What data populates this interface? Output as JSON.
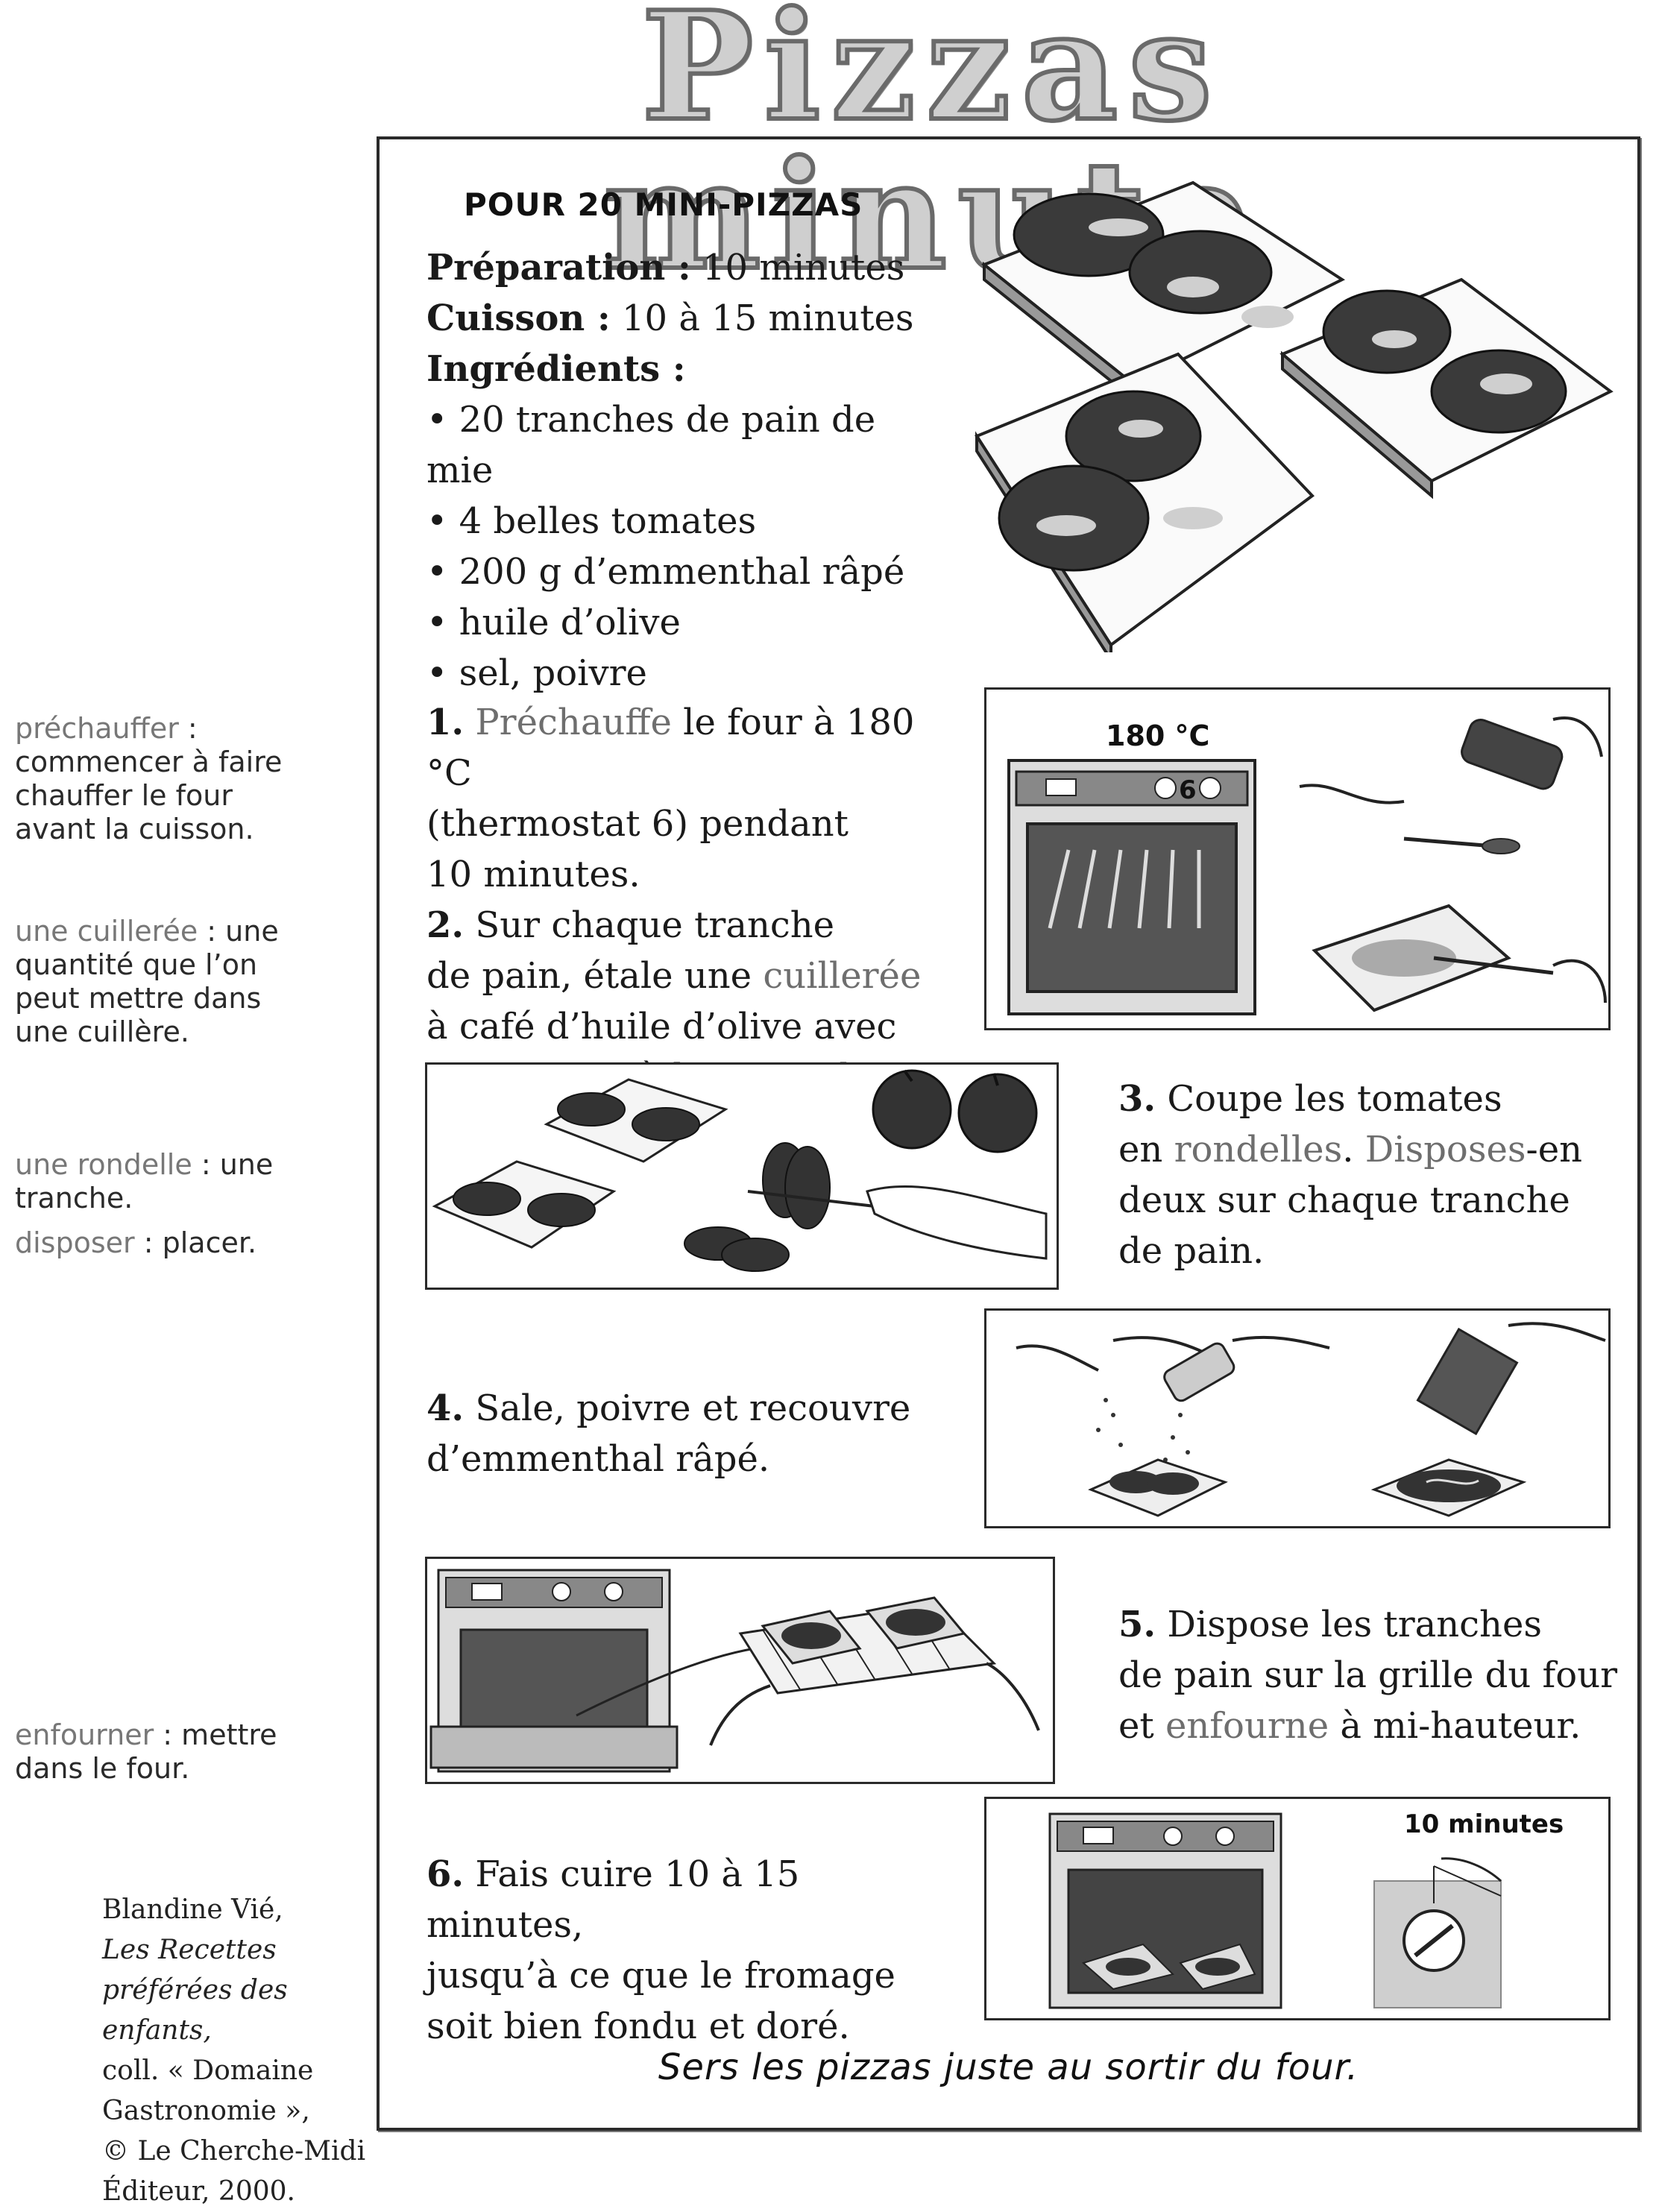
{
  "title": "Pizzas minute",
  "glossary": [
    {
      "term": "préchauffer",
      "def": " : commencer à faire chauffer le four avant la cuisson."
    },
    {
      "term": "une cuillerée",
      "def": " : une quantité que l’on peut mettre dans une cuillère."
    },
    {
      "term": "une rondelle",
      "def": " : une tranche."
    },
    {
      "term": "disposer",
      "def": " : placer."
    },
    {
      "term": "enfourner",
      "def": " : mettre dans le four."
    }
  ],
  "credit": {
    "author": "Blandine Vié,",
    "book": "Les Recettes préférées des enfants,",
    "collection": "coll. « Domaine Gastronomie »,",
    "publisher": "© Le Cherche-Midi Éditeur, 2000."
  },
  "recipe": {
    "heading": "POUR 20 MINI-PIZZAS",
    "prep_label": "Préparation :",
    "prep_value": " 10 minutes",
    "cook_label": "Cuisson :",
    "cook_value": " 10 à 15 minutes",
    "ingredients_label": "Ingrédients :",
    "ingredients": [
      "• 20 tranches de pain de mie",
      "• 4 belles tomates",
      "• 200 g d’emmenthal râpé",
      "• huile d’olive",
      "• sel, poivre"
    ]
  },
  "steps": {
    "s1": {
      "num": "1.",
      "hl": "Préchauffe",
      "rest_a": " le four à 180 °C",
      "rest_b": "(thermostat 6) pendant",
      "rest_c": "10 minutes."
    },
    "s2": {
      "num": "2.",
      "a": " Sur chaque tranche",
      "b": "de pain, étale une ",
      "hl": "cuillerée",
      "c": "à café d’huile d’olive avec",
      "d": "un couteau à bout rond."
    },
    "s3": {
      "num": "3.",
      "a": " Coupe les tomates",
      "b": "en ",
      "hl1": "rondelles",
      "c": ". ",
      "hl2": "Disposes",
      "d": "-en",
      "e": "deux sur chaque tranche",
      "f": "de pain."
    },
    "s4": {
      "num": "4.",
      "a": " Sale, poivre et recouvre",
      "b": "d’emmenthal râpé."
    },
    "s5": {
      "num": "5.",
      "a": " Dispose les tranches",
      "b": "de pain sur la grille du four",
      "c": "et ",
      "hl": "enfourne",
      "d": " à mi-hauteur."
    },
    "s6": {
      "num": "6.",
      "a": " Fais cuire 10 à 15 minutes,",
      "b": "jusqu’à ce que le fromage",
      "c": "soit bien fondu et doré."
    }
  },
  "illustrations": {
    "oven_temp": "180 °C",
    "oven_dial": "6",
    "timer_label": "10 minutes"
  },
  "footer": "Sers les pizzas juste au sortir du four."
}
